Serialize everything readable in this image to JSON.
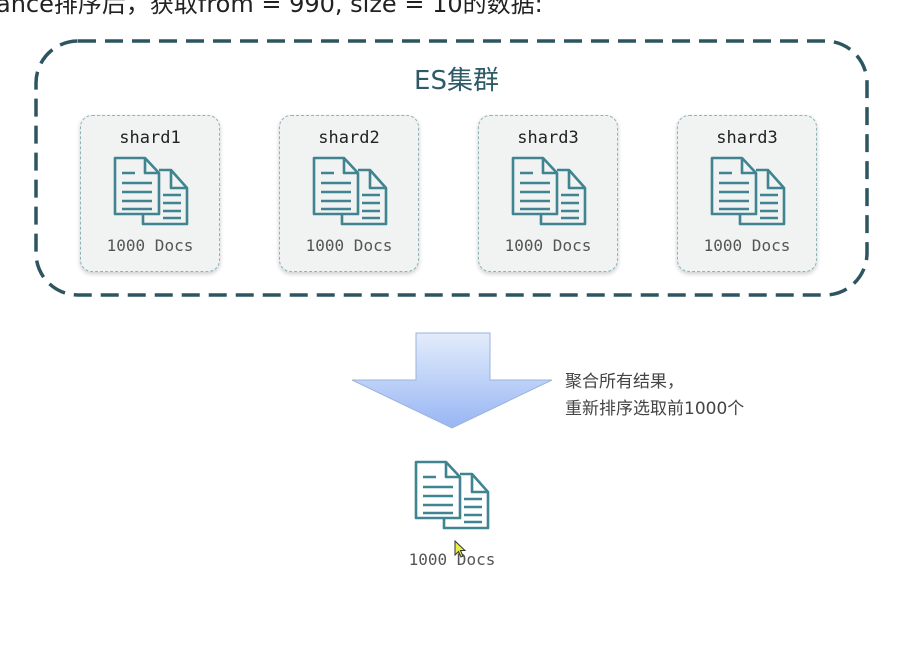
{
  "header_text": "ance排序后，获取from = 990, size = 10的数据:",
  "cluster": {
    "title": "ES集群",
    "border_color": "#2d5560",
    "shards": [
      {
        "name": "shard1",
        "docs": "1000 Docs"
      },
      {
        "name": "shard2",
        "docs": "1000 Docs"
      },
      {
        "name": "shard3",
        "docs": "1000 Docs"
      },
      {
        "name": "shard3",
        "docs": "1000 Docs"
      }
    ]
  },
  "arrow": {
    "colors": [
      "#dde8fb",
      "#9ab8f5"
    ]
  },
  "note": {
    "line1": "聚合所有结果，",
    "line2": "重新排序选取前1000个"
  },
  "result": {
    "docs": "1000 Docs",
    "icon": "documents-icon"
  }
}
